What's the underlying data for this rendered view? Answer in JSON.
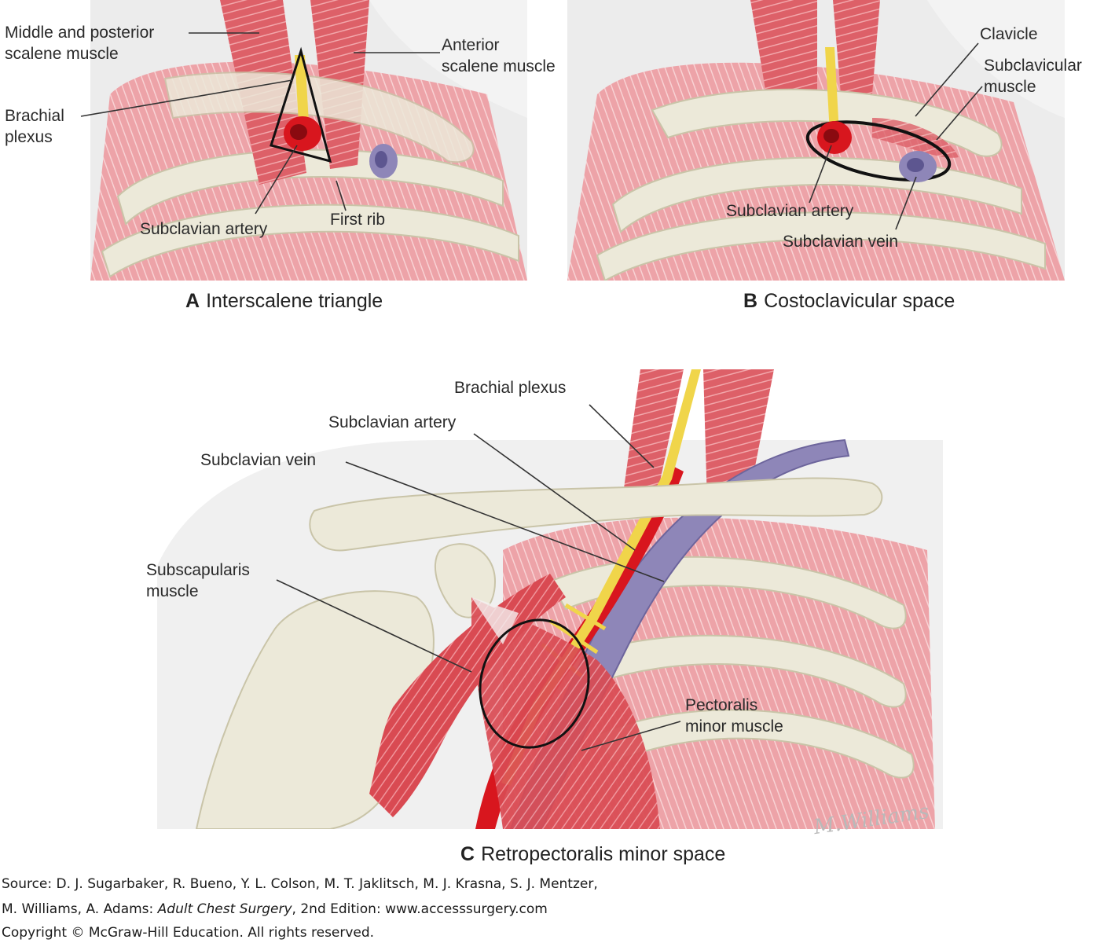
{
  "panels": [
    {
      "letter": "A",
      "caption": "Interscalene triangle",
      "labels": {
        "middle_posterior_scalene_l1": "Middle and posterior",
        "middle_posterior_scalene_l2": "scalene muscle",
        "anterior_scalene_l1": "Anterior",
        "anterior_scalene_l2": "scalene muscle",
        "brachial_plexus_l1": "Brachial",
        "brachial_plexus_l2": "plexus",
        "first_rib": "First rib",
        "subclavian_artery": "Subclavian artery"
      }
    },
    {
      "letter": "B",
      "caption": "Costoclavicular space",
      "labels": {
        "clavicle": "Clavicle",
        "subclavicular_l1": "Subclavicular",
        "subclavicular_l2": "muscle",
        "subclavian_artery": "Subclavian artery",
        "subclavian_vein": "Subclavian vein"
      }
    },
    {
      "letter": "C",
      "caption": "Retropectoralis minor space",
      "labels": {
        "brachial_plexus": "Brachial plexus",
        "subclavian_artery": "Subclavian artery",
        "subclavian_vein": "Subclavian vein",
        "subscapularis_l1": "Subscapularis",
        "subscapularis_l2": "muscle",
        "pectoralis_l1": "Pectoralis",
        "pectoralis_l2": "minor muscle"
      }
    }
  ],
  "signature": "M.Williams",
  "source": {
    "line1": "Source: D. J. Sugarbaker, R. Bueno, Y. L. Colson, M. T. Jaklitsch, M. J. Krasna, S. J. Mentzer,",
    "line2_prefix": "M. Williams, A. Adams: ",
    "line2_title": "Adult Chest Surgery",
    "line2_suffix": ", 2nd Edition: www.accesssurgery.com",
    "line3": "Copyright © McGraw-Hill Education. All rights reserved."
  },
  "colors": {
    "muscle": "#d9545c",
    "muscle_light": "#eb9aa0",
    "bone": "#ece9d9",
    "bone_edge": "#c9c4a8",
    "artery": "#d8161e",
    "vein": "#8e86b8",
    "nerve": "#f0d54a",
    "skin": "#efefef"
  }
}
